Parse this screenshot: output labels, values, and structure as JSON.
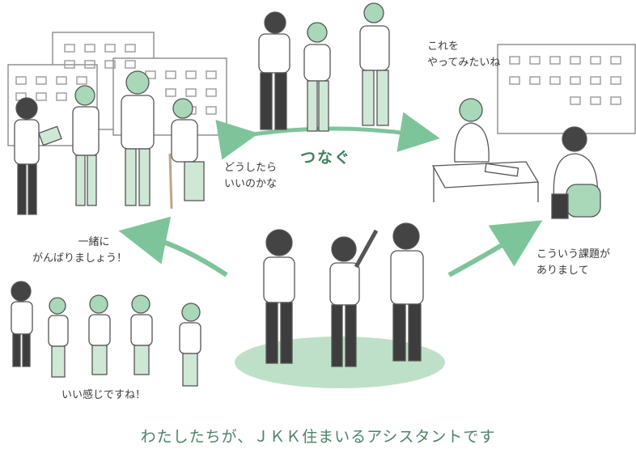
{
  "illustration": {
    "colors": {
      "accent_green": "#7ec49b",
      "light_green": "#cfe8d6",
      "dark_green_text": "#3f7f5f",
      "ink": "#3a3a3a"
    },
    "speech": {
      "top_right": [
        "これを",
        "やってみたいね"
      ],
      "center_left": [
        "どうしたら",
        "いいのかな"
      ],
      "left_middle": [
        "一緒に",
        "がんばりましょう！"
      ],
      "right_middle": [
        "こういう課題が",
        "ありまして"
      ],
      "bottom_left": "いい感じですね！"
    },
    "center_word": "つなぐ",
    "caption": "わたしたちが、ＪＫＫ住まいるアシスタントです"
  }
}
